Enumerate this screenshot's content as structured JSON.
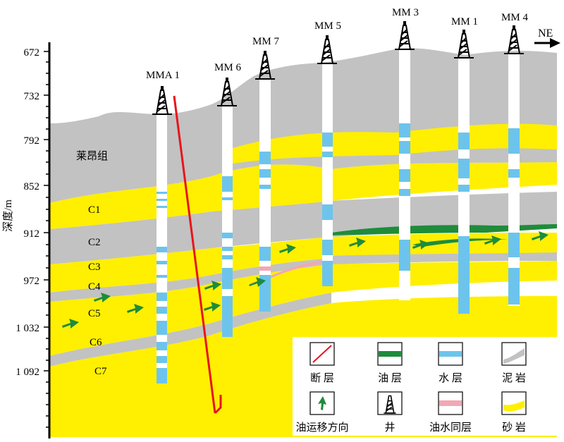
{
  "depth_axis": {
    "title": "深度/m",
    "ticks": [
      "672",
      "732",
      "792",
      "852",
      "912",
      "972",
      "1 032",
      "1 092"
    ]
  },
  "direction_label": "NE",
  "formation_label": "莱昂组",
  "layers": [
    "C1",
    "C2",
    "C3",
    "C4",
    "C5",
    "C6",
    "C7"
  ],
  "wells": [
    "MMA 1",
    "MM 6",
    "MM 7",
    "MM 5",
    "MM 3",
    "MM 1",
    "MM 4"
  ],
  "legend": [
    {
      "key": "fault",
      "label": "断 层",
      "color": "#e8141c"
    },
    {
      "key": "oil",
      "label": "油 层",
      "color": "#1e8c3a"
    },
    {
      "key": "water",
      "label": "水 层",
      "color": "#6cc4ec"
    },
    {
      "key": "mudstone",
      "label": "泥 岩",
      "color": "#c0c0c0"
    },
    {
      "key": "migration",
      "label": "油运移方向",
      "color": "#1e8c3a"
    },
    {
      "key": "well",
      "label": "井",
      "color": "#000000"
    },
    {
      "key": "oil-water",
      "label": "油水同层",
      "color": "#f2a7b4"
    },
    {
      "key": "sandstone",
      "label": "砂 岩",
      "color": "#ffef00"
    }
  ],
  "colors": {
    "sand": "#ffef00",
    "mud": "#c2c2c2",
    "water": "#6cc4ec",
    "oil": "#1e8c3a",
    "fault": "#e8141c",
    "oilwater": "#f2a7b4"
  }
}
